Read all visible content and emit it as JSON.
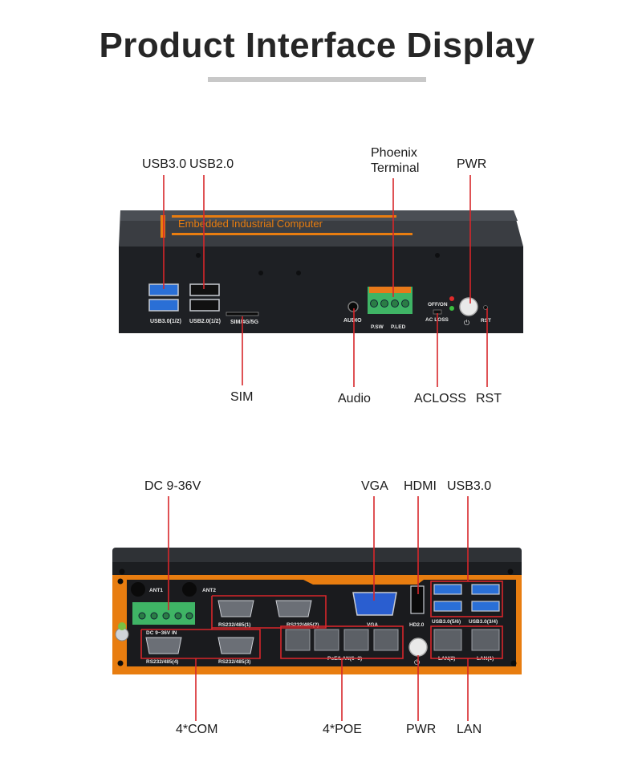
{
  "page": {
    "title": "Product Interface Display"
  },
  "front": {
    "chassis_text": "Embedded Industrial Computer",
    "labels": {
      "usb30": "USB3.0",
      "usb20": "USB2.0",
      "phoenix_line1": "Phoenix",
      "phoenix_line2": "Terminal",
      "pwr": "PWR",
      "sim": "SIM",
      "audio": "Audio",
      "acloss": "ACLOSS",
      "rst": "RST"
    },
    "silk": {
      "usb30": "USB3.0(1/2)",
      "usb20": "USB2.0(1/2)",
      "sim": "SIM/4G/5G",
      "audio": "AUDIO",
      "psw": "P.SW",
      "pled": "P.LED",
      "offon": "OFF/ON",
      "acloss": "AC LOSS",
      "rst": "RST"
    }
  },
  "rear": {
    "labels": {
      "dc": "DC 9-36V",
      "vga": "VGA",
      "hdmi": "HDMI",
      "usb30": "USB3.0",
      "com": "4*COM",
      "poe": "4*POE",
      "pwr": "PWR",
      "lan": "LAN"
    },
    "silk": {
      "ant1": "ANT1",
      "ant2": "ANT2",
      "dcin": "DC 9~36V IN",
      "rs1": "RS232/485(1)",
      "rs2": "RS232/485(2)",
      "rs3": "RS232/485(3)",
      "rs4": "RS232/485(4)",
      "vga": "VGA",
      "hdmi": "HD2.0",
      "usb56": "USB3.0(5/6)",
      "usb34": "USB3.0(3/4)",
      "poe": "PoE/LAN(6~3)",
      "lan2": "LAN(2)",
      "lan1": "LAN(1)"
    }
  },
  "colors": {
    "accent": "#d7262a",
    "chassis": "#2b2d31",
    "orange": "#e87d10"
  }
}
